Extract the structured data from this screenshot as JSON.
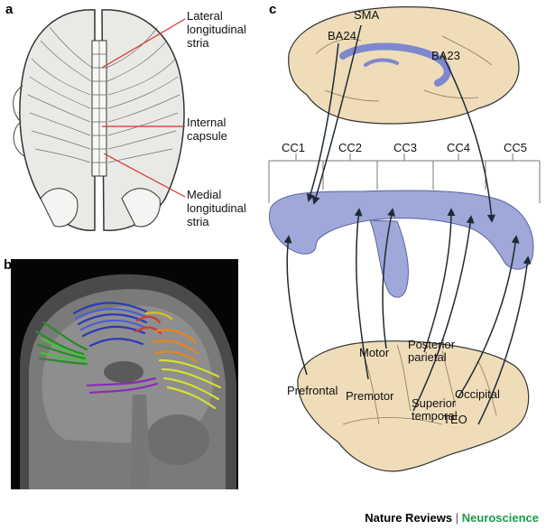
{
  "panels": {
    "a": {
      "letter": "a",
      "labels": {
        "lateral": [
          "Lateral",
          "longitudinal",
          "stria"
        ],
        "internal": [
          "Internal",
          "capsule"
        ],
        "medial": [
          "Medial",
          "longitudinal",
          "stria"
        ]
      }
    },
    "b": {
      "letter": "b"
    },
    "c": {
      "letter": "c",
      "top_labels": {
        "sma": "SMA",
        "ba24": "BA24",
        "ba23": "BA23"
      },
      "cc_segments": [
        "CC1",
        "CC2",
        "CC3",
        "CC4",
        "CC5"
      ],
      "bottom_labels": {
        "prefrontal": "Prefrontal",
        "premotor": "Premotor",
        "motor": "Motor",
        "posterior": [
          "Posterior",
          "parietal"
        ],
        "superior": [
          "Superior",
          "temporal"
        ],
        "occipital": "Occipital",
        "teo": "TEO"
      }
    }
  },
  "footer": {
    "publisher": "Nature Reviews",
    "separator": "|",
    "journal": "Neuroscience"
  },
  "colors": {
    "cortex_fill": "#efdcb9",
    "callosum_fill": "#9fa8d8",
    "red_pointer": "#d8322d",
    "arrow": "#1f2a36",
    "journal_green": "#1f9a48"
  },
  "icons": [
    "arrowhead-icon"
  ]
}
